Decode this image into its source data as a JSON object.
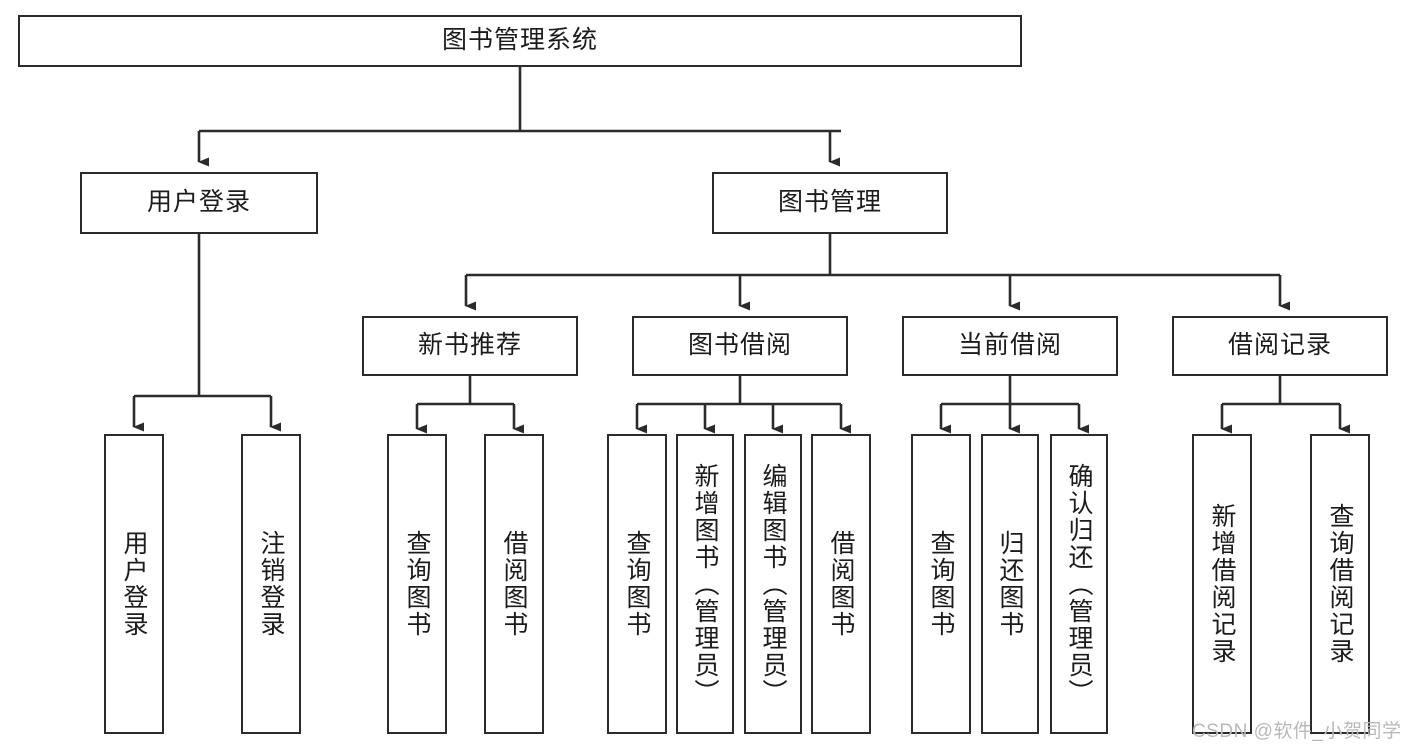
{
  "diagram": {
    "title": "图书管理系统",
    "type": "hierarchy-tree",
    "watermark": "CSDN @软件_小贺同学",
    "colors": {
      "stroke": "#2b2b2b",
      "fill": "#ffffff",
      "text": "#1b1b1b",
      "watermark": "#b9b9b9"
    },
    "nodes": {
      "root": {
        "label": "图书管理系统",
        "orientation": "horizontal"
      },
      "level2": [
        {
          "id": "user-login",
          "label": "用户登录",
          "orientation": "horizontal"
        },
        {
          "id": "book-manage",
          "label": "图书管理",
          "orientation": "horizontal"
        }
      ],
      "level3": [
        {
          "id": "new-book-rec",
          "label": "新书推荐",
          "orientation": "horizontal"
        },
        {
          "id": "book-borrow",
          "label": "图书借阅",
          "orientation": "horizontal"
        },
        {
          "id": "current-borrow",
          "label": "当前借阅",
          "orientation": "horizontal"
        },
        {
          "id": "borrow-record",
          "label": "借阅记录",
          "orientation": "horizontal"
        }
      ],
      "leaves": [
        {
          "id": "leaf-user-login",
          "label": "用户登录",
          "parent": "user-login",
          "orientation": "vertical"
        },
        {
          "id": "leaf-logout",
          "label": "注销登录",
          "parent": "user-login",
          "orientation": "vertical"
        },
        {
          "id": "leaf-query-book-1",
          "label": "查询图书",
          "parent": "new-book-rec",
          "orientation": "vertical"
        },
        {
          "id": "leaf-borrow-book-1",
          "label": "借阅图书",
          "parent": "new-book-rec",
          "orientation": "vertical"
        },
        {
          "id": "leaf-query-book-2",
          "label": "查询图书",
          "parent": "book-borrow",
          "orientation": "vertical"
        },
        {
          "id": "leaf-add-book",
          "label": "新增图书（管理员）",
          "parent": "book-borrow",
          "orientation": "vertical"
        },
        {
          "id": "leaf-edit-book",
          "label": "编辑图书（管理员）",
          "parent": "book-borrow",
          "orientation": "vertical"
        },
        {
          "id": "leaf-borrow-book-2",
          "label": "借阅图书",
          "parent": "book-borrow",
          "orientation": "vertical"
        },
        {
          "id": "leaf-query-book-3",
          "label": "查询图书",
          "parent": "current-borrow",
          "orientation": "vertical"
        },
        {
          "id": "leaf-return-book",
          "label": "归还图书",
          "parent": "current-borrow",
          "orientation": "vertical"
        },
        {
          "id": "leaf-confirm-return",
          "label": "确认归还（管理员）",
          "parent": "current-borrow",
          "orientation": "vertical"
        },
        {
          "id": "leaf-add-record",
          "label": "新增借阅记录",
          "parent": "borrow-record",
          "orientation": "vertical"
        },
        {
          "id": "leaf-query-record",
          "label": "查询借阅记录",
          "parent": "borrow-record",
          "orientation": "vertical"
        }
      ]
    }
  }
}
